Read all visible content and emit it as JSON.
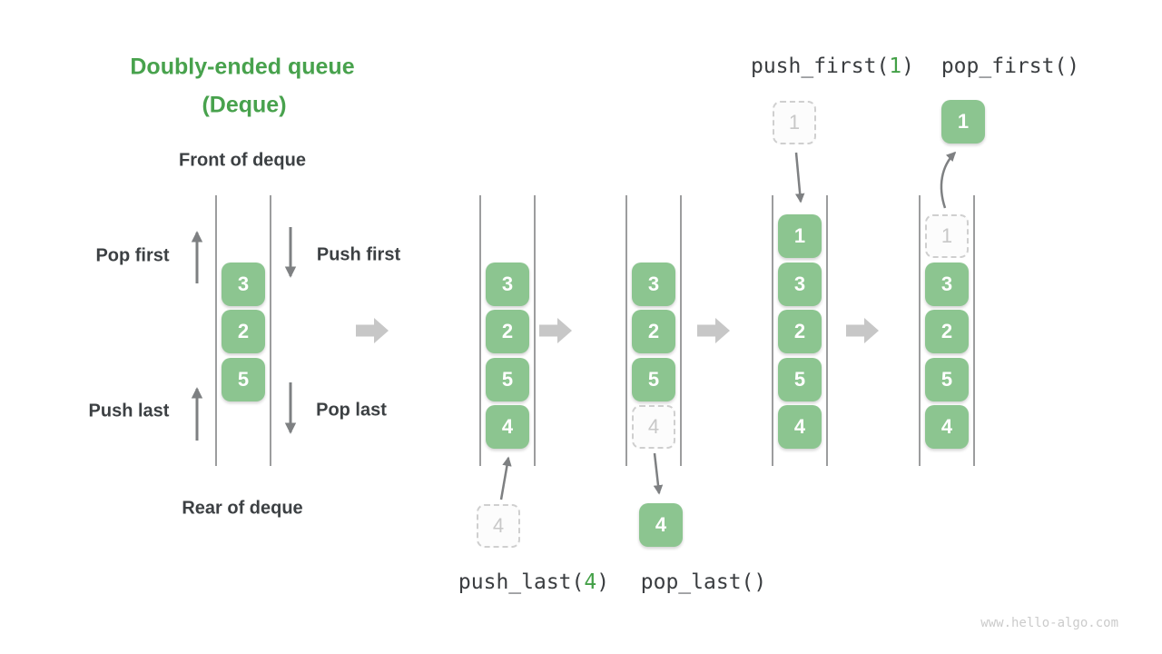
{
  "title": {
    "line1": "Doubly-ended queue",
    "line2": "(Deque)"
  },
  "labels": {
    "front": "Front of deque",
    "rear": "Rear of deque",
    "pop_first": "Pop first",
    "push_first": "Push first",
    "push_last": "Push last",
    "pop_last": "Pop last"
  },
  "operations": {
    "push_last": {
      "pre": "push_last(",
      "arg": "4",
      "post": ")"
    },
    "pop_last": {
      "pre": "pop_last()",
      "arg": "",
      "post": ""
    },
    "push_first": {
      "pre": "push_first(",
      "arg": "1",
      "post": ")"
    },
    "pop_first": {
      "pre": "pop_first()",
      "arg": "",
      "post": ""
    }
  },
  "deque_states": [
    {
      "id": "deque-initial",
      "cells": [
        {
          "v": "3",
          "row": 1
        },
        {
          "v": "2",
          "row": 2
        },
        {
          "v": "5",
          "row": 3
        }
      ]
    },
    {
      "id": "deque-after-push-last",
      "cells": [
        {
          "v": "3",
          "row": 1
        },
        {
          "v": "2",
          "row": 2
        },
        {
          "v": "5",
          "row": 3
        },
        {
          "v": "4",
          "row": 4
        }
      ]
    },
    {
      "id": "deque-pop-last-pending",
      "cells": [
        {
          "v": "3",
          "row": 1
        },
        {
          "v": "2",
          "row": 2
        },
        {
          "v": "5",
          "row": 3
        },
        {
          "v": "4",
          "row": 4,
          "ghost": true
        }
      ]
    },
    {
      "id": "deque-after-push-first",
      "cells": [
        {
          "v": "1",
          "row": 0
        },
        {
          "v": "3",
          "row": 1
        },
        {
          "v": "2",
          "row": 2
        },
        {
          "v": "5",
          "row": 3
        },
        {
          "v": "4",
          "row": 4
        }
      ]
    },
    {
      "id": "deque-pop-first-pending",
      "cells": [
        {
          "v": "1",
          "row": 0,
          "ghost": true
        },
        {
          "v": "3",
          "row": 1
        },
        {
          "v": "2",
          "row": 2
        },
        {
          "v": "5",
          "row": 3
        },
        {
          "v": "4",
          "row": 4
        }
      ]
    }
  ],
  "floating_cells": [
    {
      "id": "cell-push-last-source",
      "value": "4",
      "ghost": true
    },
    {
      "id": "cell-pop-last-result",
      "value": "4",
      "ghost": false
    },
    {
      "id": "cell-push-first-source",
      "value": "1",
      "ghost": true
    },
    {
      "id": "cell-pop-first-result",
      "value": "1",
      "ghost": false
    }
  ],
  "watermark": "www.hello-algo.com",
  "colors": {
    "title_green": "#48A24D",
    "box_green": "#8CC590",
    "code_green": "#43A047",
    "label_dark": "#3C4043",
    "code_text": "#3A3D40",
    "thin_arrow": "#7E8082",
    "chunky_arrow": "#C7C7C7",
    "channel_line": "#7B7D7F",
    "ghost_border": "#CFCFCF",
    "ghost_text": "#C8C8C8",
    "ghost_fill": "#FCFCFC",
    "watermark_gray": "#CBCBCB"
  }
}
